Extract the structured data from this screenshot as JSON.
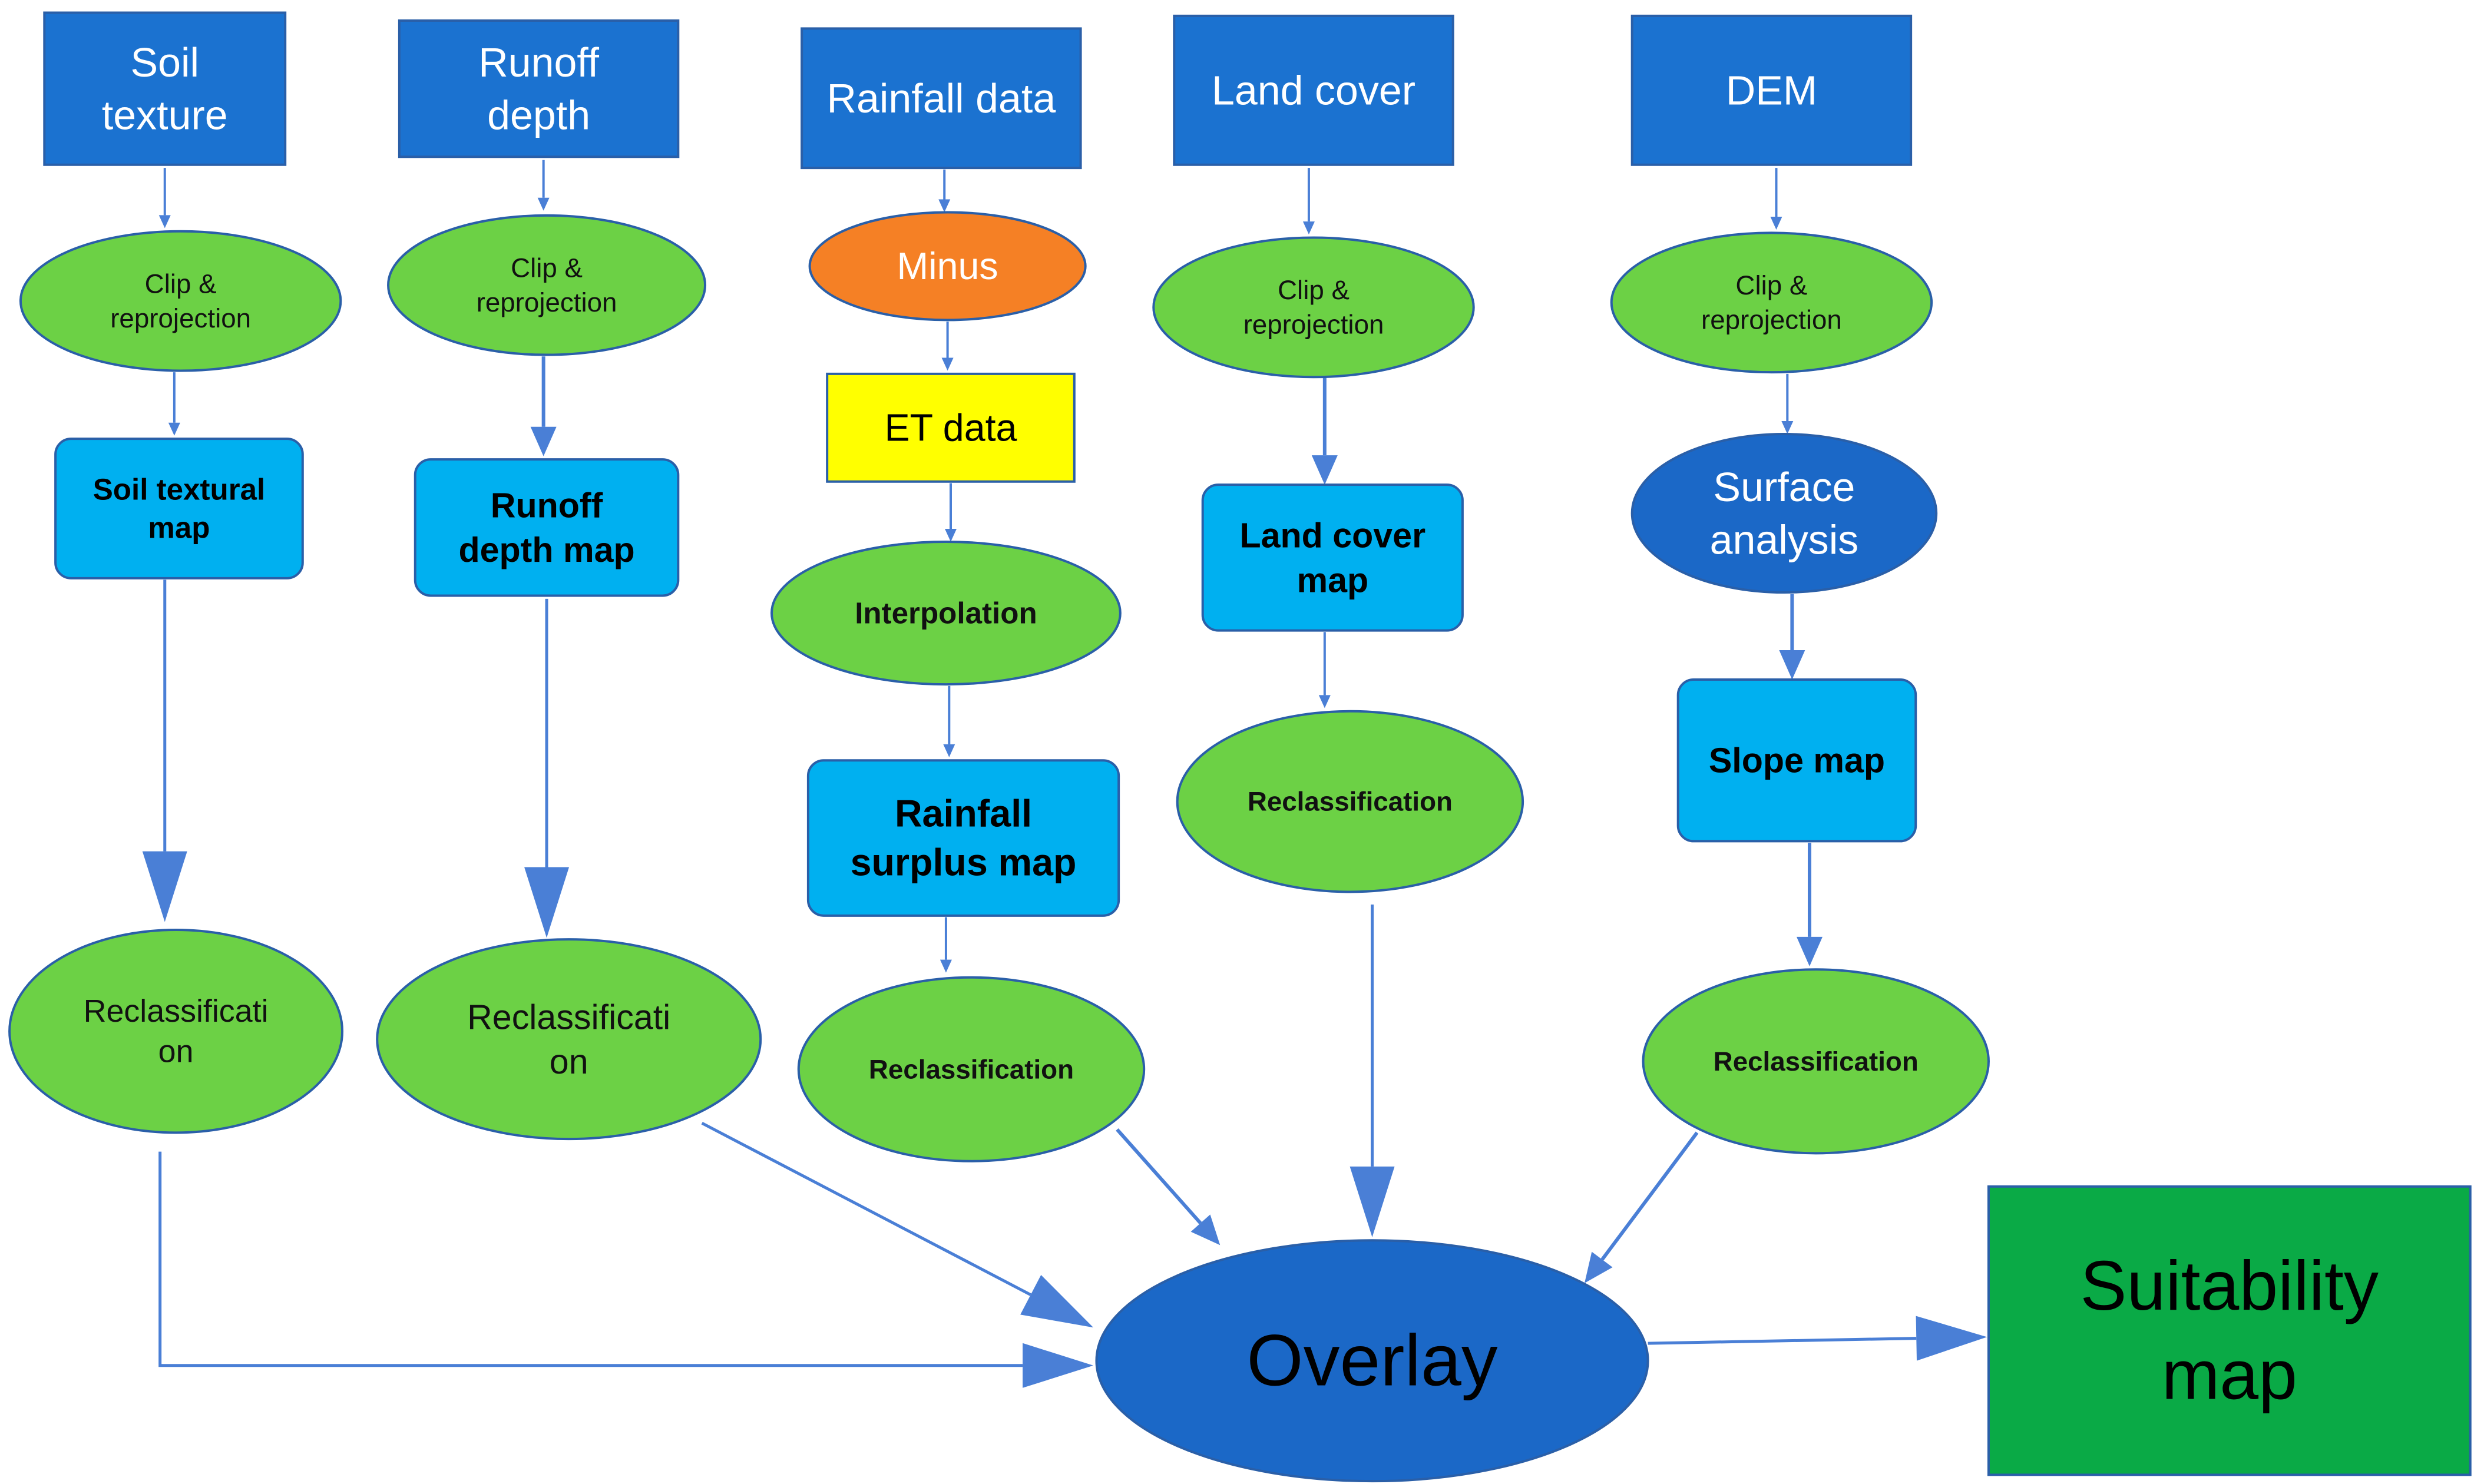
{
  "colors": {
    "data_box": "#1b72d0",
    "data_box_text": "#ffffff",
    "process_ellipse": "#6cd145",
    "process_text": "#111111",
    "map_box": "#00b0f0",
    "map_text": "#000000",
    "minus_ellipse": "#f58025",
    "minus_text": "#ffffff",
    "et_box": "#ffff00",
    "et_text": "#000000",
    "surface_ellipse": "#1b68c7",
    "surface_text": "#ffffff",
    "overlay_ellipse": "#1b68c7",
    "overlay_text": "#000000",
    "result_box": "#0aaa46",
    "result_text": "#000000",
    "arrow": "#4a7fd6",
    "stroke": "#2a5fa8"
  },
  "inputs": {
    "soil_texture": [
      "Soil",
      "texture"
    ],
    "runoff_depth": [
      "Runoff",
      "depth"
    ],
    "rainfall_data": [
      "Rainfall data"
    ],
    "land_cover": [
      "Land cover"
    ],
    "dem": [
      "DEM"
    ]
  },
  "processes": {
    "clip_soil": [
      "Clip &",
      "reprojection"
    ],
    "clip_runoff": [
      "Clip &",
      "reprojection"
    ],
    "minus": [
      "Minus"
    ],
    "et_data": [
      "ET data"
    ],
    "interpolation": [
      "Interpolation"
    ],
    "clip_landcover": [
      "Clip &",
      "reprojection"
    ],
    "clip_dem": [
      "Clip &",
      "reprojection"
    ],
    "surface_analysis": [
      "Surface",
      "analysis"
    ]
  },
  "maps": {
    "soil_textural_map": [
      "Soil textural",
      "map"
    ],
    "runoff_depth_map": [
      "Runoff",
      "depth map"
    ],
    "rainfall_surplus_map": [
      "Rainfall",
      "surplus map"
    ],
    "land_cover_map": [
      "Land cover",
      "map"
    ],
    "slope_map": [
      "Slope map"
    ]
  },
  "reclass": {
    "reclass_soil": [
      "Reclassificati",
      "on"
    ],
    "reclass_runoff": [
      "Reclassificati",
      "on"
    ],
    "reclass_rainfall": [
      "Reclassification"
    ],
    "reclass_landcover": [
      "Reclassification"
    ],
    "reclass_slope": [
      "Reclassification"
    ]
  },
  "overlay": [
    "Overlay"
  ],
  "result": [
    "Suitability",
    "map"
  ]
}
